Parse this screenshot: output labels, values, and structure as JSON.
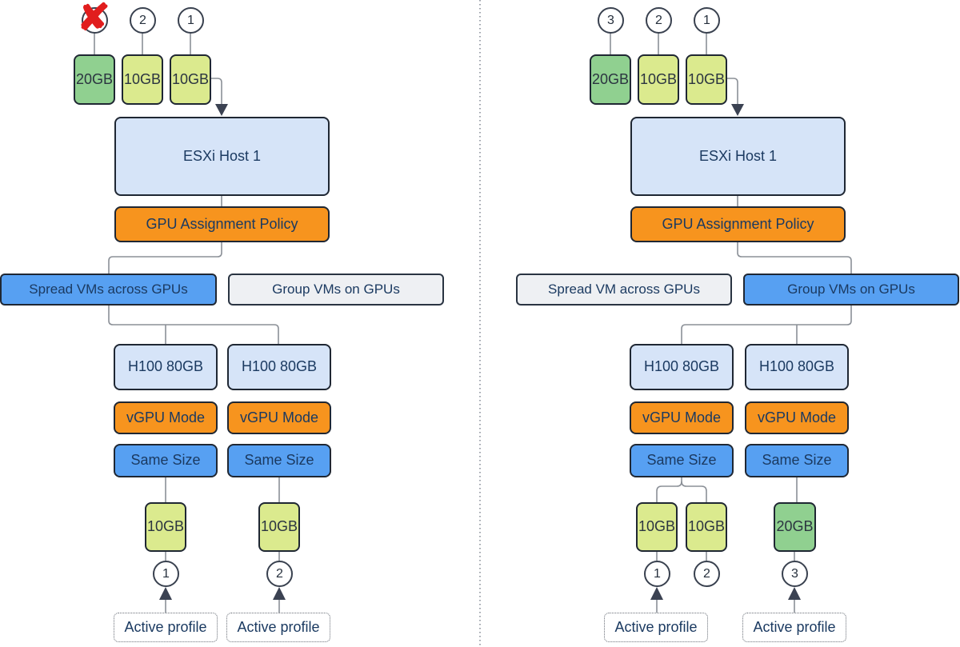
{
  "colors": {
    "light_blue": "#d6e4f8",
    "orange": "#f7941e",
    "blue": "#57a0f2",
    "grey": "#eef0f3",
    "green": "#90d090",
    "yellow_green": "#dbea8e",
    "border": "#1f2733",
    "line": "#8b9097",
    "navy": "#1b3a61",
    "arrow": "#3b4252",
    "red_x": "#e11d1d"
  },
  "icons": {
    "crossed_out": "✘"
  },
  "left_diagram": {
    "top_vms": [
      {
        "num": "",
        "size": "20GB",
        "crossed": true
      },
      {
        "num": "2",
        "size": "10GB",
        "crossed": false
      },
      {
        "num": "1",
        "size": "10GB",
        "crossed": false
      }
    ],
    "host": "ESXi Host 1",
    "policy": "GPU Assignment Policy",
    "options": [
      {
        "label": "Spread VMs across GPUs",
        "selected": true
      },
      {
        "label": "Group VMs on GPUs",
        "selected": false
      }
    ],
    "gpus": [
      {
        "name": "H100 80GB",
        "mode": "vGPU Mode",
        "sizing": "Same Size"
      },
      {
        "name": "H100 80GB",
        "mode": "vGPU Mode",
        "sizing": "Same Size"
      }
    ],
    "placed": [
      {
        "size": "10GB",
        "num": "1",
        "active": true
      },
      {
        "size": "10GB",
        "num": "2",
        "active": true
      }
    ],
    "active_profile": "Active profile"
  },
  "right_diagram": {
    "top_vms": [
      {
        "num": "3",
        "size": "20GB",
        "crossed": false
      },
      {
        "num": "2",
        "size": "10GB",
        "crossed": false
      },
      {
        "num": "1",
        "size": "10GB",
        "crossed": false
      }
    ],
    "host": "ESXi Host 1",
    "policy": "GPU Assignment Policy",
    "options": [
      {
        "label": "Spread VM across GPUs",
        "selected": false
      },
      {
        "label": "Group VMs on GPUs",
        "selected": true
      }
    ],
    "gpus": [
      {
        "name": "H100 80GB",
        "mode": "vGPU Mode",
        "sizing": "Same Size"
      },
      {
        "name": "H100 80GB",
        "mode": "vGPU Mode",
        "sizing": "Same Size"
      }
    ],
    "placed": [
      {
        "size": "10GB",
        "num": "1",
        "active": true
      },
      {
        "size": "10GB",
        "num": "2",
        "active": false
      },
      {
        "size": "20GB",
        "num": "3",
        "active": true
      }
    ],
    "active_profile": "Active profile"
  }
}
